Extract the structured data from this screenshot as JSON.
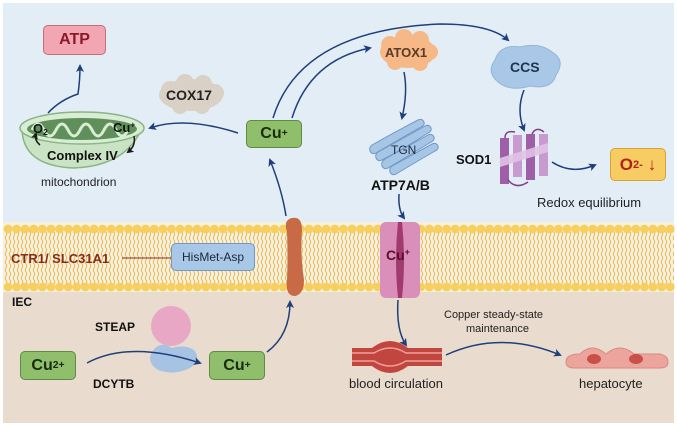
{
  "regions": {
    "extracellular_label": "",
    "intracellular_label": "IEC"
  },
  "mitochondrion": {
    "label": "mitochondrion",
    "o2": "O",
    "o2_sub": "2",
    "cu": "Cu",
    "cu_sup": "+",
    "complex": "Complex IV"
  },
  "atp": {
    "label": "ATP"
  },
  "cox17": {
    "label": "COX17"
  },
  "cu_top": {
    "base": "Cu",
    "sup": "+"
  },
  "atox1": {
    "label": "ATOX1"
  },
  "ccs": {
    "label": "CCS"
  },
  "tgn": {
    "label": "TGN"
  },
  "atp7ab": {
    "label": "ATP7A/B",
    "channel_base": "Cu",
    "channel_sup": "+"
  },
  "sod1": {
    "label": "SOD1"
  },
  "superoxide": {
    "base": "O",
    "sub": "2",
    "sup": "-",
    "arrow": "↓"
  },
  "redox": {
    "label": "Redox equilibrium"
  },
  "ctr1": {
    "label": "CTR1/ SLC31A1",
    "motif": "HisMet-Asp"
  },
  "steap": {
    "label": "STEAP"
  },
  "dcytb": {
    "label": "DCYTB"
  },
  "cu2": {
    "base": "Cu",
    "sup": "2+"
  },
  "cu_bottom": {
    "base": "Cu",
    "sup": "+"
  },
  "blood": {
    "label": "blood circulation"
  },
  "steady": {
    "line1": "Copper steady-state",
    "line2": "maintenance"
  },
  "hepatocyte": {
    "label": "hepatocyte"
  },
  "colors": {
    "top_bg": "#e3edf6",
    "bottom_bg": "#e9dbcd",
    "membrane_head": "#f6cf5e",
    "arrow": "#1f3f7a",
    "cu_box": "#8fbf6a",
    "atp_box": "#f2a6b1",
    "o2_box": "#f7cd63",
    "ctr1_text": "#8a2a14"
  }
}
